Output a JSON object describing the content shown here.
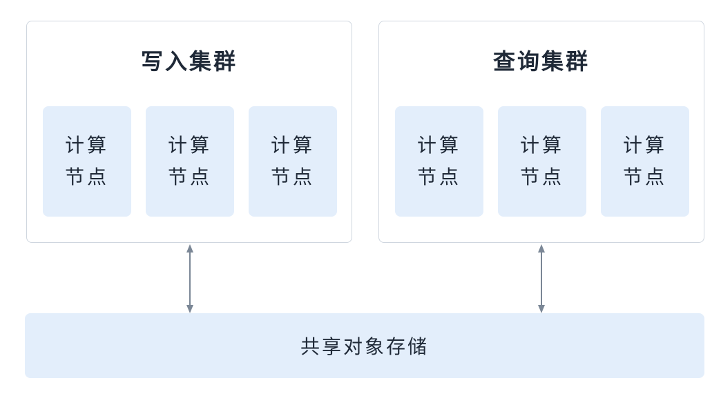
{
  "clusters": [
    {
      "title": "写入集群",
      "nodes": [
        {
          "label": "计算节点"
        },
        {
          "label": "计算节点"
        },
        {
          "label": "计算节点"
        }
      ]
    },
    {
      "title": "查询集群",
      "nodes": [
        {
          "label": "计算节点"
        },
        {
          "label": "计算节点"
        },
        {
          "label": "计算节点"
        }
      ]
    }
  ],
  "storage": {
    "label": "共享对象存储"
  },
  "colors": {
    "node_fill": "#e3eefb",
    "cluster_border": "#cfd6df",
    "arrow": "#7b8796",
    "text": "#1f2937"
  }
}
